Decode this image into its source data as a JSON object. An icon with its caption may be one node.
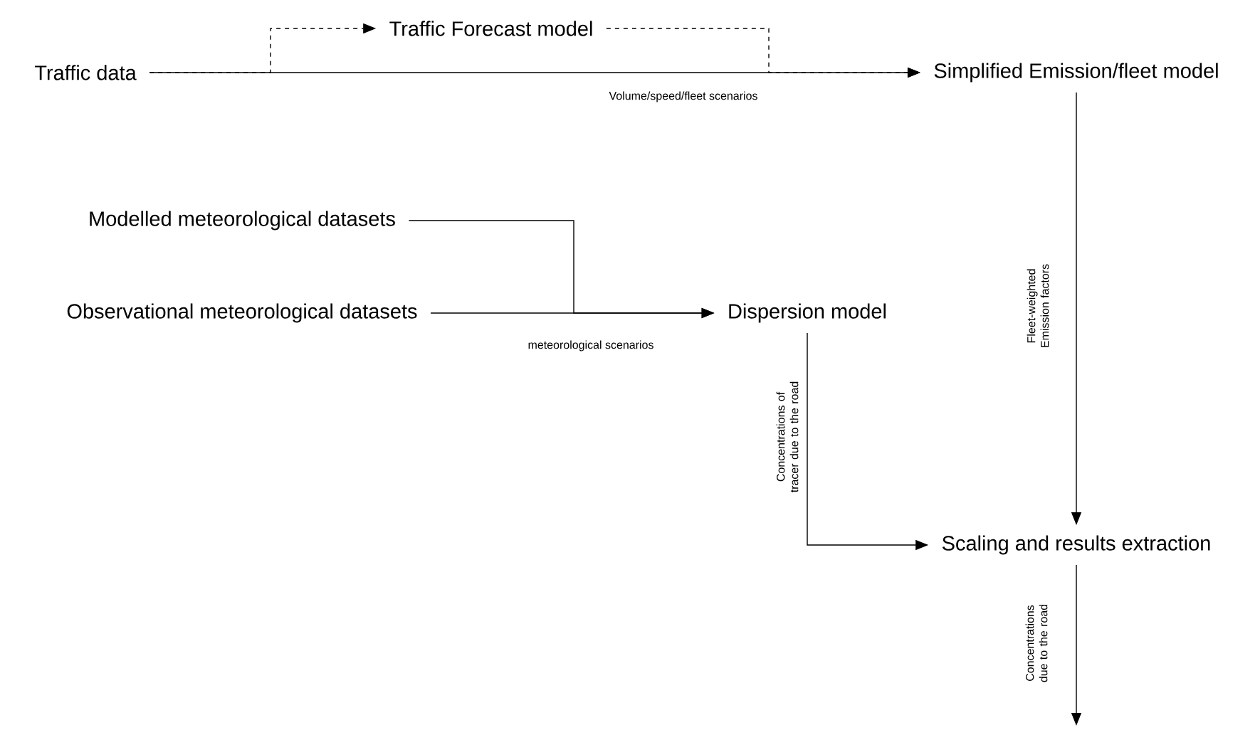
{
  "diagram": {
    "nodes": [
      {
        "text": [
          "Traffic data"
        ]
      },
      {
        "text": [
          "Traffic Forecast model"
        ]
      },
      {
        "text": [
          "Simplified Emission/fleet model"
        ]
      },
      {
        "text": [
          "Modelled meteorological datasets"
        ]
      },
      {
        "text": [
          "Observational meteorological datasets"
        ]
      },
      {
        "text": [
          "Dispersion model"
        ]
      },
      {
        "text": [
          "Scaling and results extraction"
        ]
      }
    ],
    "edges": [
      {
        "from": 0,
        "to": 2,
        "arrow": "to",
        "label": "Volume/speed/fleet scenarios"
      },
      {
        "from": 0,
        "to": 1,
        "arrow": "to",
        "style": "dashed"
      },
      {
        "from": 1,
        "to": 2,
        "arrow": "to",
        "style": "dashed"
      },
      {
        "from": 3,
        "to": 5,
        "arrow": "to"
      },
      {
        "from": 4,
        "to": 5,
        "arrow": "to",
        "label": "meteorological scenarios"
      },
      {
        "from": 2,
        "to": 6,
        "arrow": "to",
        "label": "Fleet-weighted Emission factors"
      },
      {
        "from": 5,
        "to": 6,
        "arrow": "to",
        "label": "Concentrations of tracer due to the road"
      },
      {
        "from": 6,
        "to": null,
        "arrow": "to",
        "label": "Concentrations due to the road"
      }
    ]
  }
}
